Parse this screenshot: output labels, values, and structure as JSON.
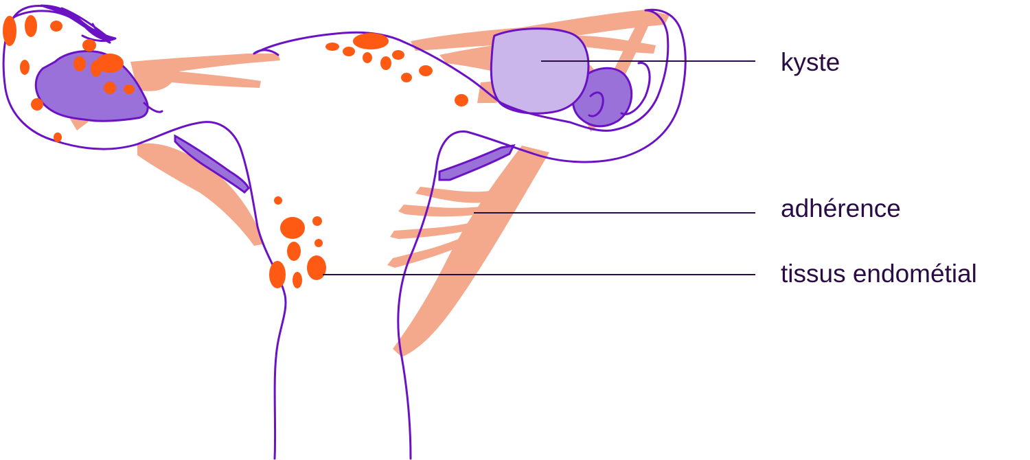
{
  "labels": {
    "cyst": "kyste",
    "adhesion": "adhérence",
    "tissue": "tissus endométial"
  },
  "colors": {
    "outline": "#6a12c4",
    "ovary": "#9a70d9",
    "cyst_fill": "#cbb6ec",
    "adhesion": "#f4a88c",
    "endometrial_tissue": "#ff5a14",
    "text": "#2a0c45",
    "leader_line": "#2a0c45"
  }
}
